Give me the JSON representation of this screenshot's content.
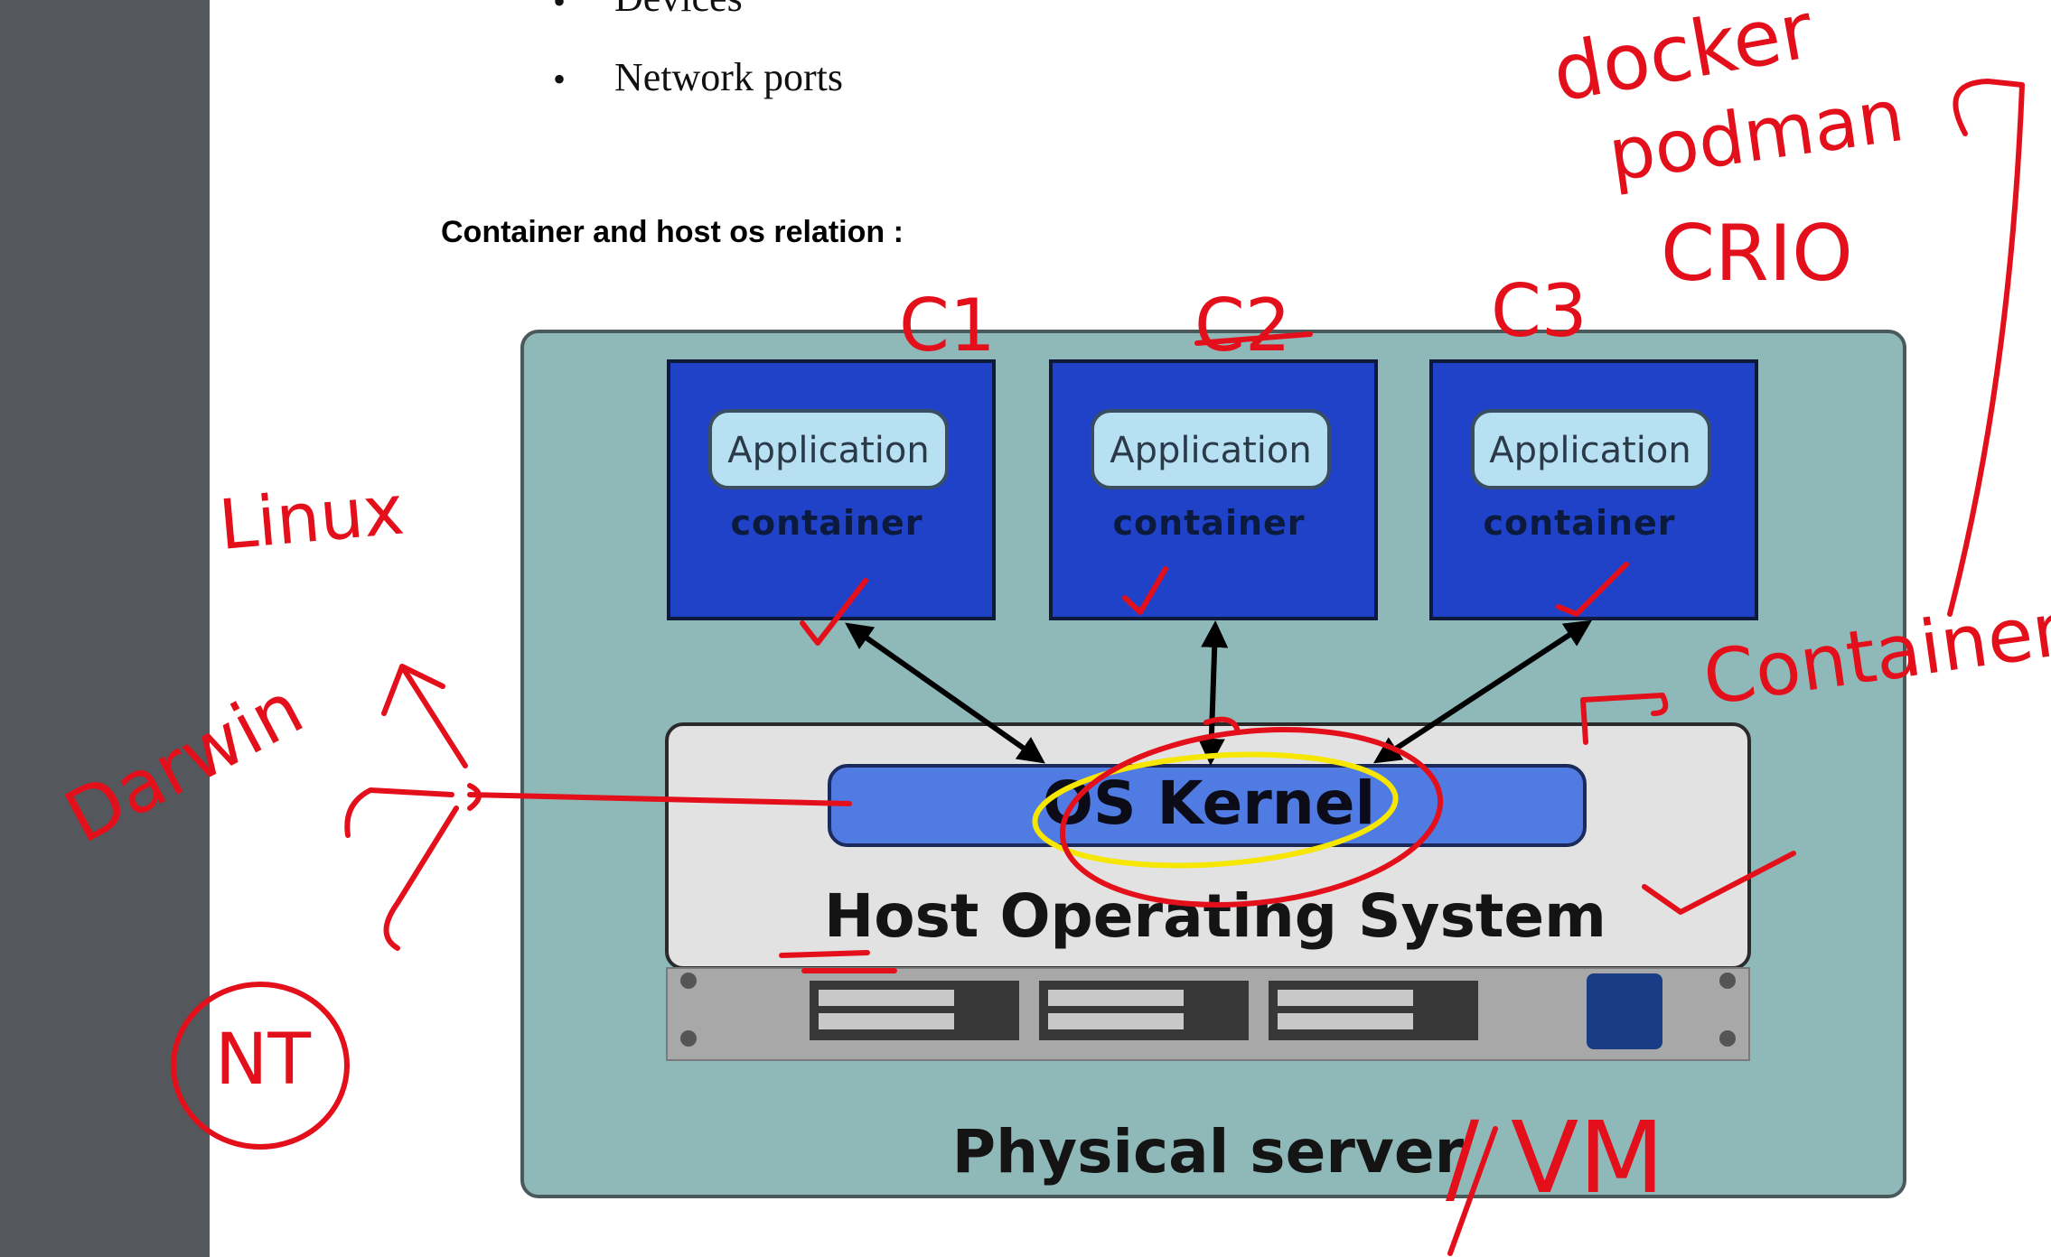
{
  "document": {
    "bullets": [
      "Devices",
      "Network ports"
    ],
    "bullet_glyph": "•",
    "section_heading": "Container and host os relation :"
  },
  "diagram": {
    "containers": [
      {
        "app_label": "Application",
        "container_label": "container"
      },
      {
        "app_label": "Application",
        "container_label": "container"
      },
      {
        "app_label": "Application",
        "container_label": "container"
      }
    ],
    "kernel_label": "OS Kernel",
    "host_os_label": "Host Operating System",
    "physical_server_label": "Physical server"
  },
  "annotations": {
    "container_names": [
      "C1",
      "C2",
      "C3"
    ],
    "runtimes": [
      "docker",
      "podman",
      "CRIO"
    ],
    "container_runtime": "Container Runtime",
    "os_variants": [
      "Linux",
      "Darwin",
      "NT"
    ],
    "vm_label": "/ VM"
  },
  "colors": {
    "sidebar": "#54575b",
    "outer_box": "#8fb8b9",
    "container_box": "#1f42c8",
    "app_pill": "#b8e0f3",
    "host_os_box": "#e2e2e2",
    "kernel_bar": "#4f7be3",
    "server_hw": "#a8a8a8",
    "ink_red": "#e3101b",
    "ink_yellow": "#f6e600"
  }
}
